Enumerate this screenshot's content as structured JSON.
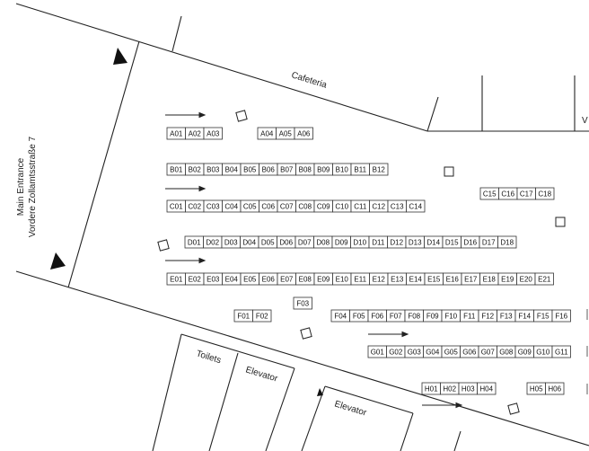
{
  "labels": {
    "cafeteria": "Cafeteria",
    "main_entrance": "Main Entrance",
    "address": "Vordere Zollamtsstraße 7",
    "toilets": "Toilets",
    "elevator_1": "Elevator",
    "elevator_2": "Elevator",
    "edge_letter": "V"
  },
  "colors": {
    "line": "#222222",
    "stand_border": "#333333",
    "background": "#ffffff"
  },
  "rows": [
    {
      "row": "A",
      "stands": [
        "A01",
        "A02",
        "A03",
        "A04",
        "A05",
        "A06"
      ]
    },
    {
      "row": "B",
      "stands": [
        "B01",
        "B02",
        "B03",
        "B04",
        "B05",
        "B06",
        "B07",
        "B08",
        "B09",
        "B10",
        "B11",
        "B12"
      ]
    },
    {
      "row": "C",
      "stands": [
        "C01",
        "C02",
        "C03",
        "C04",
        "C05",
        "C06",
        "C07",
        "C08",
        "C09",
        "C10",
        "C11",
        "C12",
        "C13",
        "C14",
        "C15",
        "C16",
        "C17",
        "C18"
      ]
    },
    {
      "row": "D",
      "stands": [
        "D01",
        "D02",
        "D03",
        "D04",
        "D05",
        "D06",
        "D07",
        "D08",
        "D09",
        "D10",
        "D11",
        "D12",
        "D13",
        "D14",
        "D15",
        "D16",
        "D17",
        "D18"
      ]
    },
    {
      "row": "E",
      "stands": [
        "E01",
        "E02",
        "E03",
        "E04",
        "E05",
        "E06",
        "E07",
        "E08",
        "E09",
        "E10",
        "E11",
        "E12",
        "E13",
        "E14",
        "E15",
        "E16",
        "E17",
        "E18",
        "E19",
        "E20",
        "E21"
      ]
    },
    {
      "row": "F",
      "stands": [
        "F01",
        "F02",
        "F03",
        "F04",
        "F05",
        "F06",
        "F07",
        "F08",
        "F09",
        "F10",
        "F11",
        "F12",
        "F13",
        "F14",
        "F15",
        "F16"
      ]
    },
    {
      "row": "G",
      "stands": [
        "G01",
        "G02",
        "G03",
        "G04",
        "G05",
        "G06",
        "G07",
        "G08",
        "G09",
        "G10",
        "G11"
      ]
    },
    {
      "row": "H",
      "stands": [
        "H01",
        "H02",
        "H03",
        "H04",
        "H05",
        "H06"
      ]
    }
  ],
  "icons": [
    "direction-arrow-icon",
    "entrance-triangle-icon",
    "pillar-square-icon"
  ]
}
